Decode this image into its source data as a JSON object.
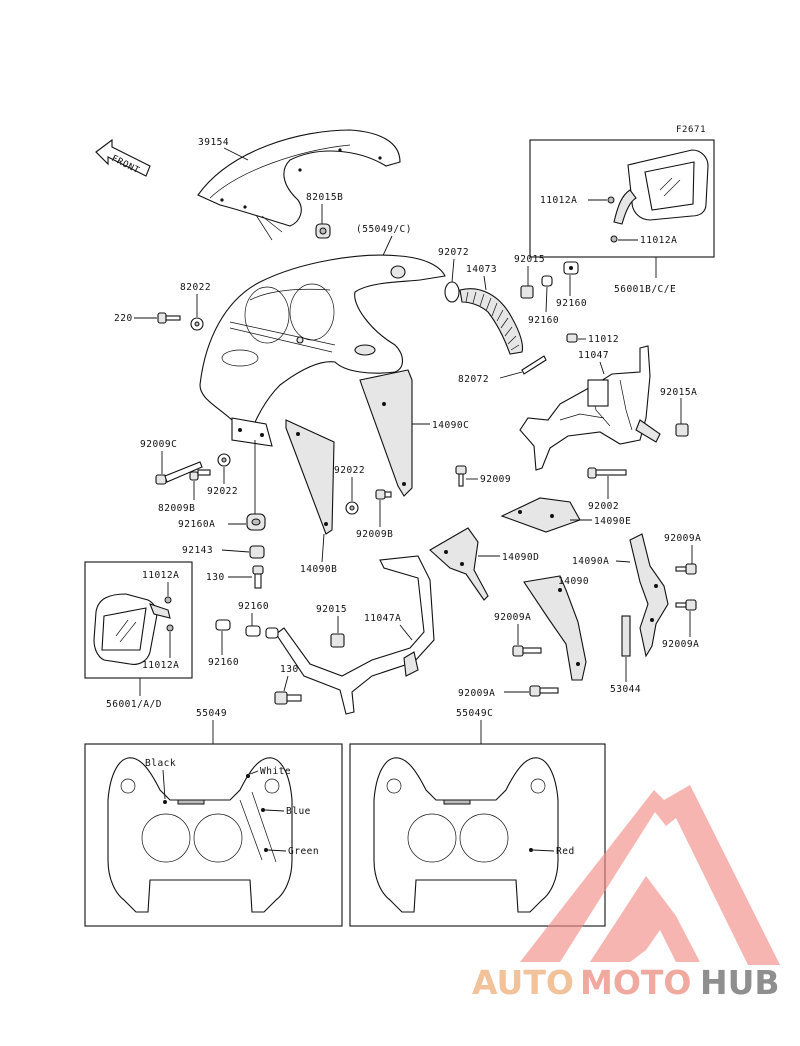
{
  "figure_code": "F2671",
  "front_label": "FRONT",
  "parts": {
    "p39154": "39154",
    "p82015b": "82015B",
    "p55049c_paren": "(55049/C)",
    "p82022_top": "82022",
    "p220": "220",
    "p92072": "92072",
    "p14073": "14073",
    "p92015_top": "92015",
    "p92160_a": "92160",
    "p92160_b": "92160",
    "p11012a_r1": "11012A",
    "p11012a_r2": "11012A",
    "p56001b": "56001B/C/E",
    "p11012": "11012",
    "p11047": "11047",
    "p92015a": "92015A",
    "p82072": "82072",
    "p14090c": "14090C",
    "p92009c": "92009C",
    "p82009b": "82009B",
    "p92022_l": "92022",
    "p92160a": "92160A",
    "p92022_m": "92022",
    "p92009b": "92009B",
    "p92009_m": "92009",
    "p92002": "92002",
    "p14090e": "14090E",
    "p14090d": "14090D",
    "p14090a": "14090A",
    "p92009a_r1": "92009A",
    "p92143": "92143",
    "p130_a": "130",
    "p14090b": "14090B",
    "p14090": "14090",
    "p92009a_m": "92009A",
    "p92009a_r2": "92009A",
    "p11012a_l1": "11012A",
    "p11012a_l2": "11012A",
    "p92160_c": "92160",
    "p92160_d": "92160",
    "p92015_m": "92015",
    "p11047a": "11047A",
    "p53044": "53044",
    "p92009a_b": "92009A",
    "p130_b": "130",
    "p56001a": "56001/A/D",
    "p55049": "55049",
    "p55049c": "55049C"
  },
  "colors_left": {
    "black": "Black",
    "white": "White",
    "blue": "Blue",
    "green": "Green"
  },
  "colors_right": {
    "red": "Red"
  },
  "watermark": {
    "auto": "AUTO",
    "moto": "MOTO",
    "hub": "HUB",
    "color_auto": "#f2c29a",
    "color_moto": "#f0a99f",
    "color_hub": "#8f8f8f",
    "triangle_color": "#f28b84"
  }
}
